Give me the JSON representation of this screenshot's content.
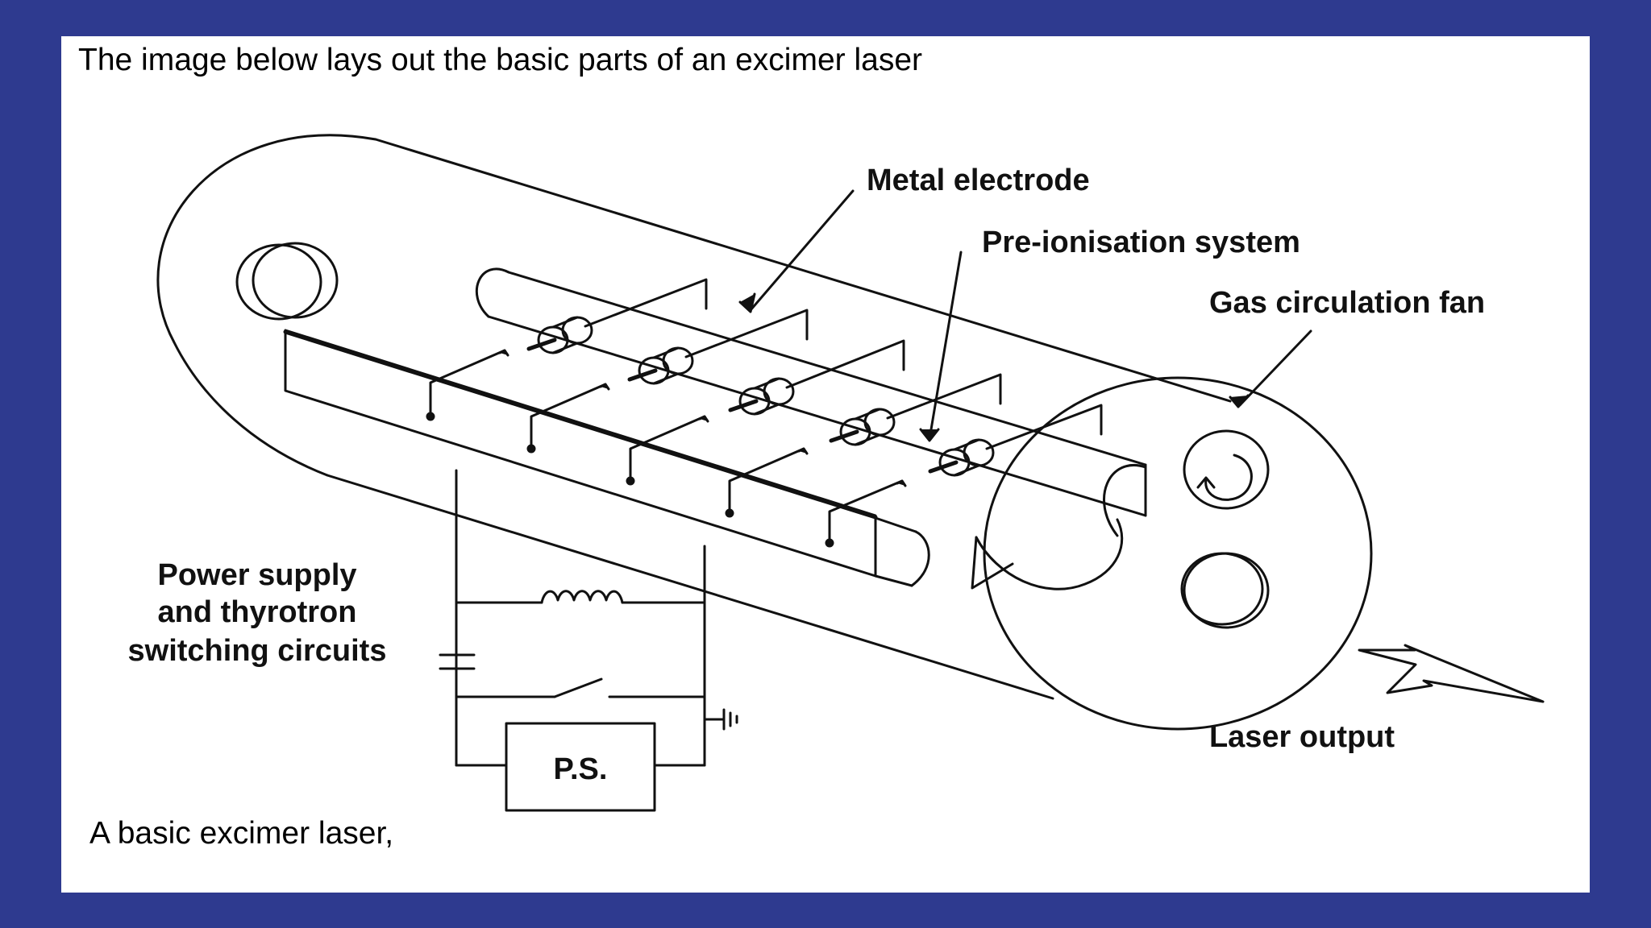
{
  "slide": {
    "title": "The image below lays out the basic parts of an excimer laser",
    "caption": "A basic excimer laser,"
  },
  "diagram": {
    "labels": {
      "metal_electrode": "Metal electrode",
      "pre_ionisation": "Pre-ionisation system",
      "gas_fan": "Gas circulation fan",
      "power_supply_line1": "Power supply",
      "power_supply_line2": "and thyrotron",
      "power_supply_line3": "switching circuits",
      "ps_box": "P.S.",
      "laser_output": "Laser output"
    }
  },
  "colors": {
    "background": "#2e3a8f",
    "panel": "#ffffff",
    "ink": "#111111"
  }
}
